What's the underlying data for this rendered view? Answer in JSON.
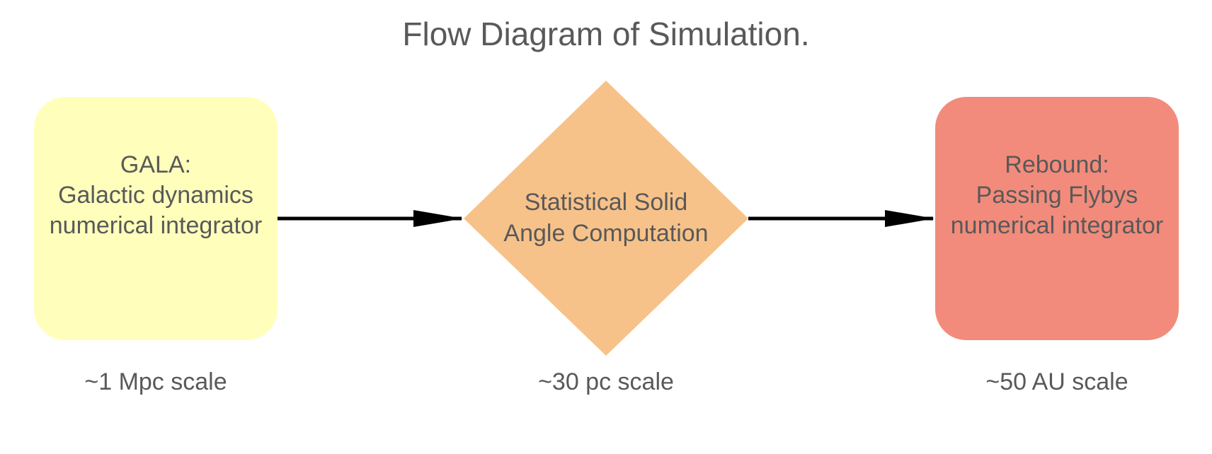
{
  "title": "Flow Diagram of Simulation.",
  "colors": {
    "gala_fill": "#FFFFBB",
    "solid_angle_fill": "#F7C289",
    "rebound_fill": "#F28B7B",
    "arrow": "#000000",
    "text": "#595959"
  },
  "nodes": {
    "gala": {
      "line1": "GALA:",
      "line2": "Galactic dynamics",
      "line3": "numerical integrator",
      "scale": "~1 Mpc scale"
    },
    "solid_angle": {
      "line1": "Statistical Solid",
      "line2": "Angle Computation",
      "scale": "~30 pc scale"
    },
    "rebound": {
      "line1": "Rebound:",
      "line2": "Passing Flybys",
      "line3": "numerical integrator",
      "scale": "~50 AU scale"
    }
  }
}
